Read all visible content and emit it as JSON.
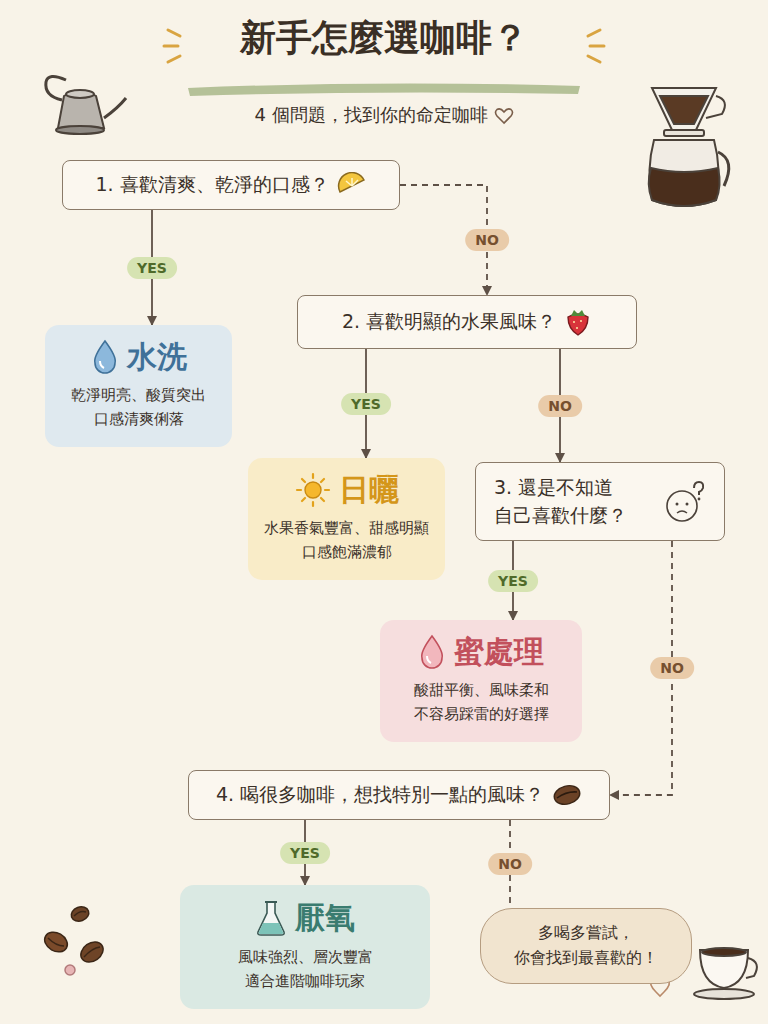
{
  "diagram": {
    "title": "新手怎麼選咖啡？",
    "nodes": [
      {
        "text": [
          "1. 喜歡清爽、乾淨的口感？"
        ]
      },
      {
        "text": [
          "水洗",
          "乾淨明亮、酸質突出 口感清爽俐落"
        ]
      },
      {
        "text": [
          "2. 喜歡明顯的水果風味？"
        ]
      },
      {
        "text": [
          "日曬",
          "水果香氣豐富、甜感明顯 口感飽滿濃郁"
        ]
      },
      {
        "text": [
          "3. 還是不知道 自己喜歡什麼？"
        ]
      },
      {
        "text": [
          "蜜處理",
          "酸甜平衡、風味柔和 不容易踩雷的好選擇"
        ]
      },
      {
        "text": [
          "4. 喝很多咖啡，想找特別一點的風味？"
        ]
      },
      {
        "text": [
          "厭氧",
          "風味強烈、層次豐富 適合進階咖啡玩家"
        ]
      },
      {
        "text": [
          "多喝多嘗試， 你會找到最喜歡的！"
        ]
      }
    ],
    "edges": [
      {
        "from": 0,
        "to": 1,
        "label": "YES",
        "arrow": "to"
      },
      {
        "from": 0,
        "to": 2,
        "label": "NO",
        "arrow": "to"
      },
      {
        "from": 2,
        "to": 3,
        "label": "YES",
        "arrow": "to"
      },
      {
        "from": 2,
        "to": 4,
        "label": "NO",
        "arrow": "to"
      },
      {
        "from": 4,
        "to": 5,
        "label": "YES",
        "arrow": "to"
      },
      {
        "from": 4,
        "to": 6,
        "label": "NO",
        "arrow": "to"
      },
      {
        "from": 6,
        "to": 7,
        "label": "YES",
        "arrow": "to"
      },
      {
        "from": 6,
        "to": 8,
        "label": "NO",
        "arrow": "none"
      }
    ],
    "labels": [
      "4 個問題，找到你的命定咖啡"
    ]
  }
}
